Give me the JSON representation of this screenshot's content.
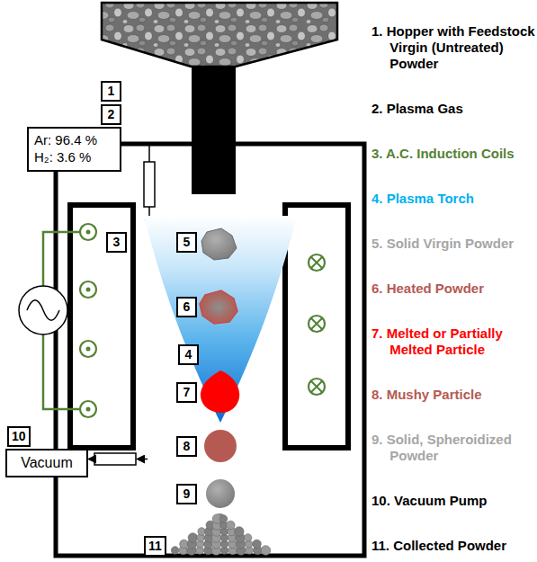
{
  "diagram": {
    "nodes": [
      {
        "text": [
          "Ar: 96.4 %",
          "H₂: 3.6 %"
        ]
      },
      {
        "text": [
          "Vacuum"
        ]
      }
    ],
    "labels": [
      "1",
      "2",
      "3",
      "4",
      "5",
      "6",
      "7",
      "8",
      "9",
      "10",
      "11",
      "1. Hopper with Feedstock Virgin (Untreated) Powder",
      "2. Plasma Gas",
      "3. A.C. Induction Coils",
      "4. Plasma Torch",
      "5. Solid Virgin Powder",
      "6. Heated Powder",
      "7. Melted or Partially Melted Particle",
      "8. Mushy Particle",
      "9. Solid, Spheroidized Powder",
      "10. Vacuum Pump",
      "11. Collected Powder"
    ]
  }
}
